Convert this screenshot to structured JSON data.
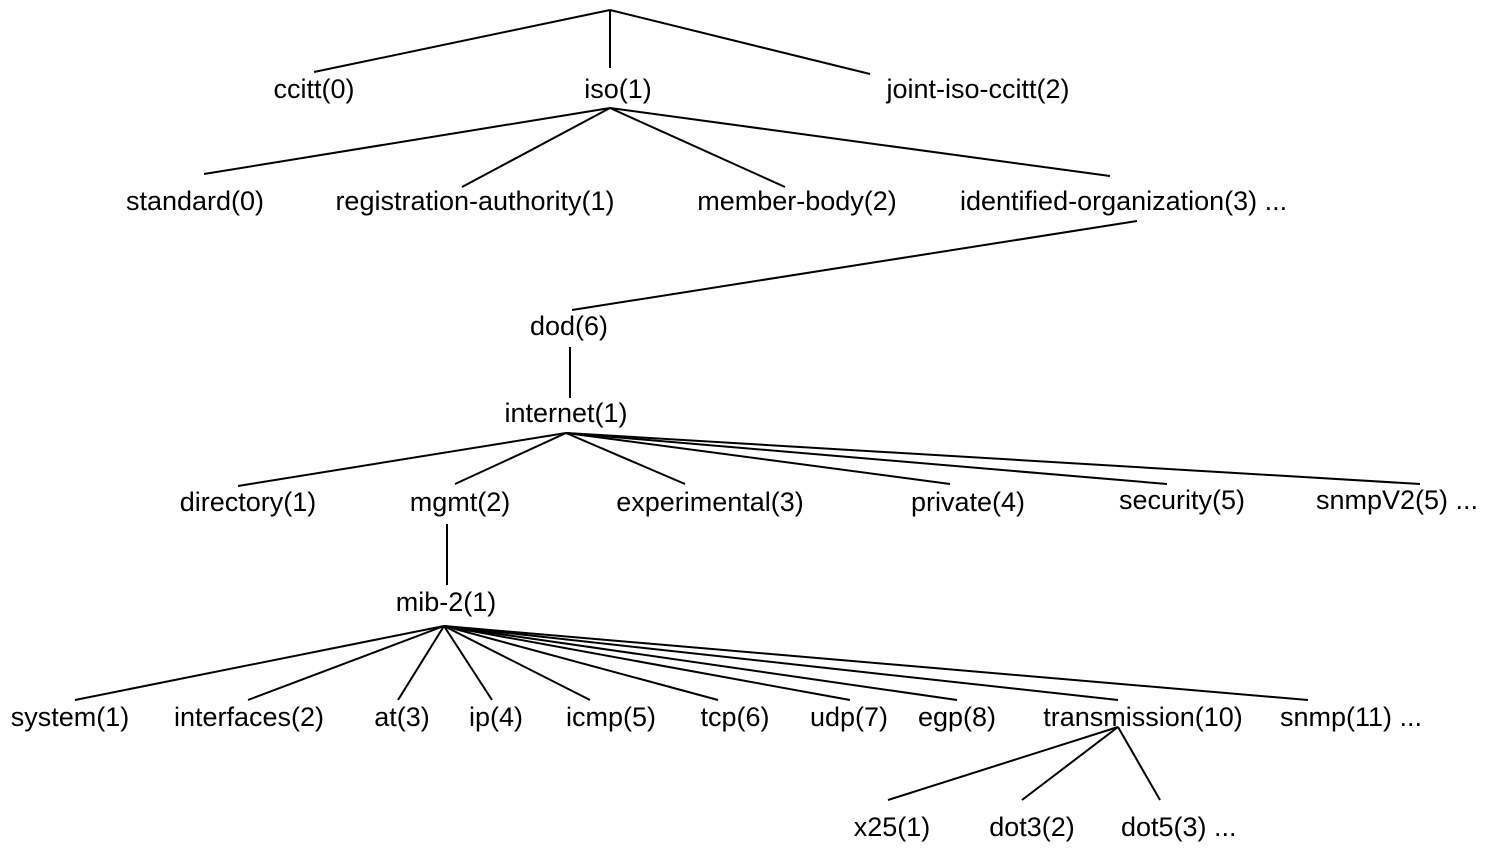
{
  "nodes": {
    "ccitt": "ccitt(0)",
    "iso": "iso(1)",
    "joint": "joint-iso-ccitt(2)",
    "standard": "standard(0)",
    "regauth": "registration-authority(1)",
    "member": "member-body(2)",
    "idorg": "identified-organization(3) ...",
    "dod": "dod(6)",
    "internet": "internet(1)",
    "directory": "directory(1)",
    "mgmt": "mgmt(2)",
    "experimental": "experimental(3)",
    "private": "private(4)",
    "security": "security(5)",
    "snmpv2": "snmpV2(5) ...",
    "mib2": "mib-2(1)",
    "system": "system(1)",
    "interfaces": "interfaces(2)",
    "at": "at(3)",
    "ip": "ip(4)",
    "icmp": "icmp(5)",
    "tcp": "tcp(6)",
    "udp": "udp(7)",
    "egp": "egp(8)",
    "transmission": "transmission(10)",
    "snmp": "snmp(11) ...",
    "x25": "x25(1)",
    "dot3": "dot3(2)",
    "dot5": "dot5(3) ..."
  },
  "edges": [
    [
      "root",
      "ccitt"
    ],
    [
      "root",
      "iso"
    ],
    [
      "root",
      "joint"
    ],
    [
      "iso",
      "standard"
    ],
    [
      "iso",
      "regauth"
    ],
    [
      "iso",
      "member"
    ],
    [
      "iso",
      "idorg"
    ],
    [
      "idorg",
      "dod"
    ],
    [
      "dod",
      "internet"
    ],
    [
      "internet",
      "directory"
    ],
    [
      "internet",
      "mgmt"
    ],
    [
      "internet",
      "experimental"
    ],
    [
      "internet",
      "private"
    ],
    [
      "internet",
      "security"
    ],
    [
      "internet",
      "snmpv2"
    ],
    [
      "mgmt",
      "mib2"
    ],
    [
      "mib2",
      "system"
    ],
    [
      "mib2",
      "interfaces"
    ],
    [
      "mib2",
      "at"
    ],
    [
      "mib2",
      "ip"
    ],
    [
      "mib2",
      "icmp"
    ],
    [
      "mib2",
      "tcp"
    ],
    [
      "mib2",
      "udp"
    ],
    [
      "mib2",
      "egp"
    ],
    [
      "mib2",
      "transmission"
    ],
    [
      "mib2",
      "snmp"
    ],
    [
      "transmission",
      "x25"
    ],
    [
      "transmission",
      "dot3"
    ],
    [
      "transmission",
      "dot5"
    ]
  ]
}
